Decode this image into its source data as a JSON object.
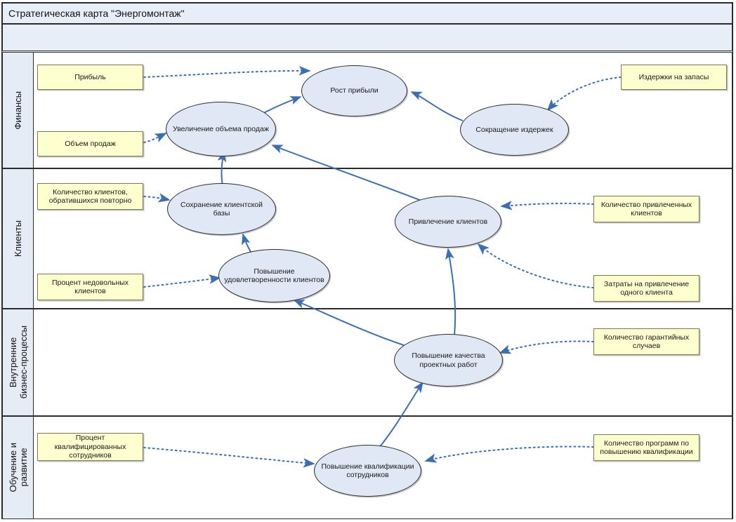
{
  "header": {
    "title": "Стратегическая карта \"Энергомонтаж\"",
    "subtitle": ""
  },
  "colors": {
    "band": "#e8eef7",
    "row_label_bg": "#e6ecf6",
    "metric_fill": "#feffcf",
    "metric_border": "#7a7a52",
    "objective_fill": "#e0e8f6",
    "objective_border": "#2d2d2d",
    "arrow_solid": "#3a6fb5",
    "arrow_dotted": "#3a6fb5",
    "frame": "#2b2b2b"
  },
  "perspectives": [
    {
      "id": "finance",
      "label": "Финансы"
    },
    {
      "id": "clients",
      "label": "Клиенты"
    },
    {
      "id": "processes",
      "label": "Внутренние\nбизнес-процессы"
    },
    {
      "id": "learning",
      "label": "Обучение и\nразвитие"
    }
  ],
  "objectives": [
    {
      "id": "profit_growth",
      "label": "Рост прибыли",
      "perspective": "finance"
    },
    {
      "id": "sales_increase",
      "label": "Увеличение объема продаж",
      "perspective": "finance"
    },
    {
      "id": "cost_reduction",
      "label": "Сокращение издержек",
      "perspective": "finance"
    },
    {
      "id": "retain_clients",
      "label": "Сохранение клиентской базы",
      "perspective": "clients"
    },
    {
      "id": "client_satisfaction",
      "label": "Повышение удовлетворенности клиентов",
      "perspective": "clients"
    },
    {
      "id": "attract_clients",
      "label": "Привлечение клиентов",
      "perspective": "clients"
    },
    {
      "id": "project_quality",
      "label": "Повышение качества проектных работ",
      "perspective": "processes"
    },
    {
      "id": "staff_skills",
      "label": "Повышение квалификации сотрудников",
      "perspective": "learning"
    }
  ],
  "metrics": [
    {
      "id": "m_profit",
      "label": "Прибыль",
      "perspective": "finance",
      "side": "left"
    },
    {
      "id": "m_sales_volume",
      "label": "Объем продаж",
      "perspective": "finance",
      "side": "left"
    },
    {
      "id": "m_stock_costs",
      "label": "Издержки на запасы",
      "perspective": "finance",
      "side": "right"
    },
    {
      "id": "m_repeat",
      "label": "Количество клиентов, обратившихся повторно",
      "perspective": "clients",
      "side": "left"
    },
    {
      "id": "m_unhappy",
      "label": "Процент недовольных клиентов",
      "perspective": "clients",
      "side": "left"
    },
    {
      "id": "m_attracted",
      "label": "Количество привлеченных клиентов",
      "perspective": "clients",
      "side": "right"
    },
    {
      "id": "m_cac",
      "label": "Затраты на привлечение одного клиента",
      "perspective": "clients",
      "side": "right"
    },
    {
      "id": "m_warranty",
      "label": "Количество гарантийных случаев",
      "perspective": "processes",
      "side": "right"
    },
    {
      "id": "m_qualified",
      "label": "Процент квалифицированных сотрудников",
      "perspective": "learning",
      "side": "left"
    },
    {
      "id": "m_programs",
      "label": "Количество программ по повышению квалификации",
      "perspective": "learning",
      "side": "right"
    }
  ],
  "links": [
    {
      "from": "sales_increase",
      "to": "profit_growth",
      "style": "solid"
    },
    {
      "from": "cost_reduction",
      "to": "profit_growth",
      "style": "solid"
    },
    {
      "from": "attract_clients",
      "to": "sales_increase",
      "style": "solid"
    },
    {
      "from": "retain_clients",
      "to": "sales_increase",
      "style": "solid"
    },
    {
      "from": "client_satisfaction",
      "to": "retain_clients",
      "style": "solid"
    },
    {
      "from": "project_quality",
      "to": "client_satisfaction",
      "style": "solid"
    },
    {
      "from": "project_quality",
      "to": "attract_clients",
      "style": "solid"
    },
    {
      "from": "staff_skills",
      "to": "project_quality",
      "style": "solid"
    },
    {
      "from": "m_profit",
      "to": "profit_growth",
      "style": "dotted"
    },
    {
      "from": "m_sales_volume",
      "to": "sales_increase",
      "style": "dotted"
    },
    {
      "from": "m_stock_costs",
      "to": "cost_reduction",
      "style": "dotted"
    },
    {
      "from": "m_repeat",
      "to": "retain_clients",
      "style": "dotted"
    },
    {
      "from": "m_unhappy",
      "to": "client_satisfaction",
      "style": "dotted"
    },
    {
      "from": "m_attracted",
      "to": "attract_clients",
      "style": "dotted"
    },
    {
      "from": "m_cac",
      "to": "attract_clients",
      "style": "dotted"
    },
    {
      "from": "m_warranty",
      "to": "project_quality",
      "style": "dotted"
    },
    {
      "from": "m_qualified",
      "to": "staff_skills",
      "style": "dotted"
    },
    {
      "from": "m_programs",
      "to": "staff_skills",
      "style": "dotted"
    }
  ]
}
